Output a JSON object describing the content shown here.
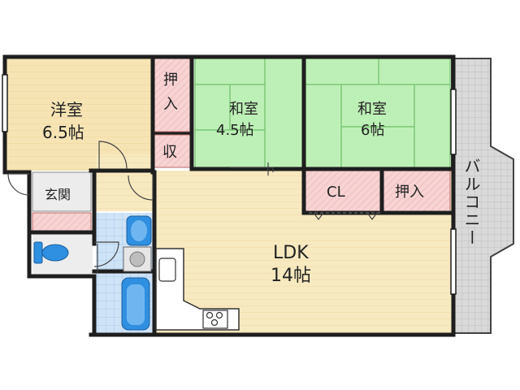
{
  "rooms": {
    "western_room": {
      "name": "洋室",
      "size": "6.5帖"
    },
    "japanese_room_1": {
      "name": "和室",
      "size": "4.5帖"
    },
    "japanese_room_2": {
      "name": "和室",
      "size": "6帖"
    },
    "ldk": {
      "name": "LDK",
      "size": "14帖"
    },
    "entrance": {
      "name": "玄関"
    },
    "balcony": {
      "name": "バルコニー"
    }
  },
  "storage": {
    "oshiire_1": "押入",
    "oshiire_2": "押入",
    "shu": "収",
    "closet": "CL"
  },
  "colors": {
    "wall": "#1e1e1e",
    "western_floor": "#f6e7b8",
    "ldk_floor": "#f8ebc4",
    "tatami": "#b9efb3",
    "storage": "#f5cccc",
    "balcony": "#cfcfcf",
    "wet_area": "#cfe3f7",
    "fixture": "#2f8fe0"
  },
  "icons": [
    "toilet-icon",
    "bathtub-icon",
    "washbasin-icon",
    "stove-icon",
    "sink-icon",
    "washing-machine-icon"
  ]
}
